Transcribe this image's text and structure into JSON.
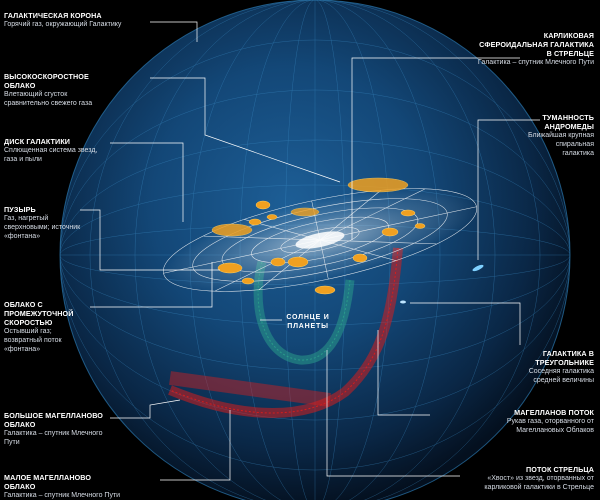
{
  "labels": {
    "corona": {
      "title": "ГАЛАКТИЧЕСКАЯ КОРОНА",
      "desc": "Горячий газ, окружающий Галактику"
    },
    "hvc": {
      "title": "ВЫСОКОСКОРОСТНОЕ ОБЛАКО",
      "desc": "Влетающий сгусток сравнительно свежего газа"
    },
    "disk": {
      "title": "ДИСК ГАЛАКТИКИ",
      "desc": "Сплющенная система звезд, газа и пыли"
    },
    "bubble": {
      "title": "ПУЗЫРЬ",
      "desc": "Газ, нагретый сверхновыми; источник «фонтана»"
    },
    "ivc": {
      "title": "ОБЛАКО С ПРОМЕЖУТОЧНОЙ СКОРОСТЬЮ",
      "desc": "Остывший газ; возвратный поток «фонтана»"
    },
    "lmc": {
      "title": "БОЛЬШОЕ МАГЕЛЛАНОВО ОБЛАКО",
      "desc": "Галактика – спутник Млечного Пути"
    },
    "smc": {
      "title": "МАЛОЕ МАГЕЛЛАНОВО ОБЛАКО",
      "desc": "Галактика – спутник Млечного Пути"
    },
    "sagdwarf": {
      "title": "КАРЛИКОВАЯ СФЕРОИДАЛЬНАЯ ГАЛАКТИКА В СТРЕЛЬЦЕ",
      "desc": "Галактика – спутник Млечного Пути"
    },
    "andromeda": {
      "title": "ТУМАННОСТЬ АНДРОМЕДЫ",
      "desc": "Ближайшая крупная спиральная галактика"
    },
    "triangulum": {
      "title": "ГАЛАКТИКА В ТРЕУГОЛЬНИКЕ",
      "desc": "Соседняя галактика средней величины"
    },
    "magstream": {
      "title": "МАГЕЛЛАНОВ ПОТОК",
      "desc": "Рукав газа, оторванного от Магеллановых Облаков"
    },
    "sagstream": {
      "title": "ПОТОК СТРЕЛЬЦА",
      "desc": "«Хвост» из звезд, оторванных от карликовой галактики в Стрельце"
    },
    "sun": {
      "title": "СОЛНЦЕ И ПЛАНЕТЫ"
    }
  },
  "colors": {
    "background": "#000000",
    "sphere_grid": "#1f6ea3",
    "disk": "#f2f4f6",
    "clouds": "#f0a020",
    "magellanic_stream": "#d41e1e",
    "sagittarius_stream": "#2a9a8a",
    "leader": "#ffffff"
  }
}
